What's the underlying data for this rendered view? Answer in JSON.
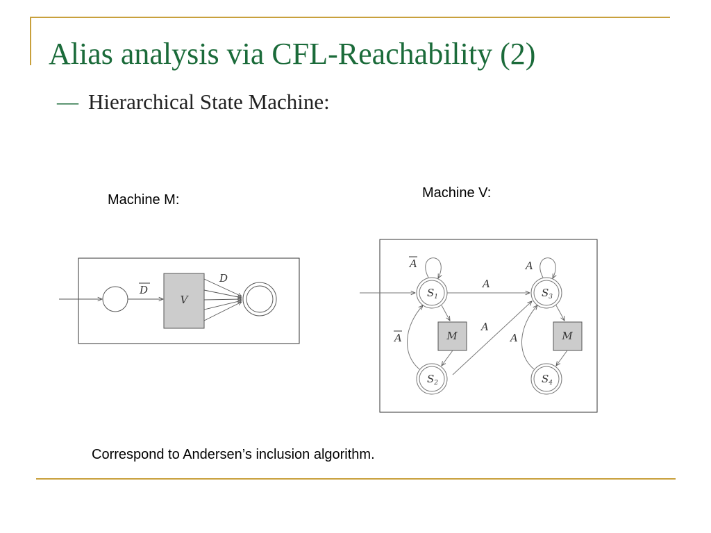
{
  "slide": {
    "title": "Alias analysis via CFL-Reachability (2)",
    "subtitle_dash": "—",
    "subtitle": "Hierarchical State Machine:",
    "machine_m_caption": "Machine M:",
    "machine_v_caption": "Machine V:",
    "note": "Correspond to Andersen’s inclusion algorithm."
  },
  "machine_m": {
    "box_label": "V",
    "edge_in_label": "D",
    "edge_out_label": "D"
  },
  "machine_v": {
    "states": [
      {
        "name": "S",
        "sub": "1"
      },
      {
        "name": "S",
        "sub": "2"
      },
      {
        "name": "S",
        "sub": "3"
      },
      {
        "name": "S",
        "sub": "4"
      }
    ],
    "box_labels": [
      "M",
      "M"
    ],
    "edge_labels": {
      "s1_loop": "A",
      "s1_to_s3": "A",
      "s2_to_s3": "A",
      "s2_to_s1": "A",
      "s3_loop": "A",
      "s4_to_s3": "A"
    }
  },
  "colors": {
    "frame_line": "#c8a03c",
    "title": "#1b6b3a",
    "box_fill": "#cccccc"
  }
}
